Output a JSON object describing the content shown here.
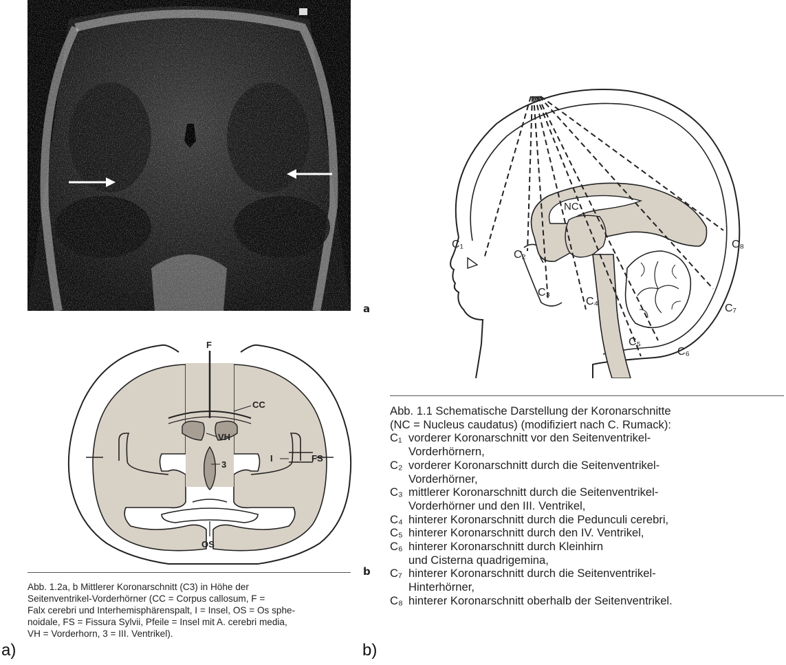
{
  "figure_a": {
    "panel_a_letter": "a",
    "panel_b_letter": "b",
    "diagram_labels": {
      "F": "F",
      "CC": "CC",
      "VH": "VH",
      "three": "3",
      "I": "I",
      "FS": "FS",
      "OS": "OS"
    },
    "caption_lines": [
      "Abb. 1.2a, b   Mittlerer Koronarschnitt (C3) in Höhe der",
      "Seitenventrikel-Vorderhörner (CC = Corpus callosum, F =",
      "Falx cerebri und Interhemisphärenspalt, I = Insel, OS = Os sphe-",
      "noidale, FS = Fissura Sylvii, Pfeile = Insel mit A. cerebri media,",
      "VH = Vorderhorn, 3 = III. Ventrikel)."
    ],
    "corner_label": "a)"
  },
  "figure_b": {
    "diagram_labels": {
      "NC": "NC",
      "C1": "C₁",
      "C2": "C₂",
      "C3": "C₃",
      "C4": "C₄",
      "C5": "C₅",
      "C6": "C₆",
      "C7": "C₇",
      "C8": "C₈"
    },
    "caption_head": [
      "Abb. 1.1   Schematische Darstellung der Koronarschnitte",
      "(NC = Nucleus caudatus) (modifiziert nach C. Rumack):"
    ],
    "items": [
      {
        "label": "C₁",
        "text": "vorderer Koronarschnitt vor den Seitenventrikel-",
        "text2": "Vorderhörnern,"
      },
      {
        "label": "C₂",
        "text": "vorderer Koronarschnitt durch die Seitenventrikel-",
        "text2": "Vorderhörner,"
      },
      {
        "label": "C₃",
        "text": "mittlerer Koronarschnitt durch die Seitenventrikel-",
        "text2": "Vorderhörner und den III. Ventrikel,"
      },
      {
        "label": "C₄",
        "text": "hinterer Koronarschnitt durch die Pedunculi cerebri,",
        "text2": ""
      },
      {
        "label": "C₅",
        "text": "hinterer Koronarschnitt durch den IV. Ventrikel,",
        "text2": ""
      },
      {
        "label": "C₆",
        "text": "hinterer Koronarschnitt durch Kleinhirn",
        "text2": "und Cisterna quadrigemina,"
      },
      {
        "label": "C₇",
        "text": "hinterer Koronarschnitt durch die Seitenventrikel-",
        "text2": "Hinterhörner,"
      },
      {
        "label": "C₈",
        "text": "hinterer Koronarschnitt oberhalb der Seitenventrikel.",
        "text2": ""
      }
    ],
    "corner_label": "b)"
  },
  "colors": {
    "tissue_fill": "#d8d1c6",
    "line": "#222222",
    "ultrasound_bg": "#080808"
  }
}
